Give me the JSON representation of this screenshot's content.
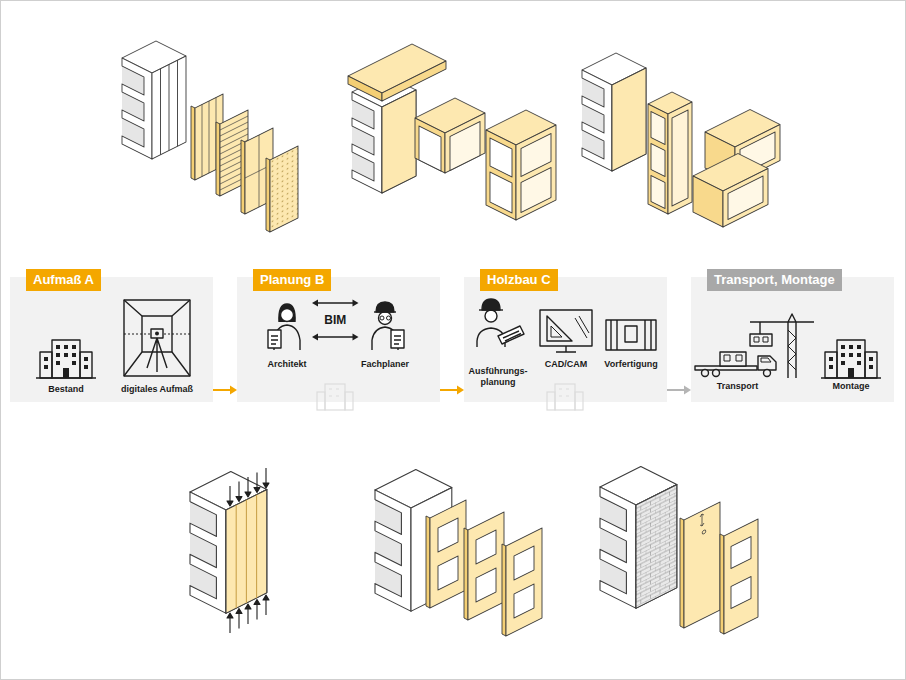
{
  "diagram": {
    "nodes": [
      {
        "text": [
          "Aufmaß A"
        ]
      },
      {
        "text": [
          "Bestand"
        ],
        "in": 0
      },
      {
        "text": [
          "digitales Aufmaß"
        ],
        "in": 0
      },
      {
        "text": [
          "Planung B"
        ]
      },
      {
        "text": [
          "Architekt"
        ],
        "in": 3
      },
      {
        "text": [
          "Fachplaner"
        ],
        "in": 3
      },
      {
        "text": [
          "Holzbau C"
        ]
      },
      {
        "text": [
          "Ausführungs- planung"
        ],
        "in": 6
      },
      {
        "text": [
          "CAD/CAM"
        ],
        "in": 6
      },
      {
        "text": [
          "Vorfertigung"
        ],
        "in": 6
      },
      {
        "text": [
          "Transport, Montage"
        ]
      },
      {
        "text": [
          "Transport"
        ],
        "in": 10
      },
      {
        "text": [
          "Montage"
        ],
        "in": 10
      }
    ],
    "edges": [
      {
        "from": 0,
        "to": 3,
        "arrow": "to"
      },
      {
        "from": 3,
        "to": 6,
        "arrow": "to"
      },
      {
        "from": 6,
        "to": 10,
        "arrow": "to"
      },
      {
        "from": 4,
        "to": 5,
        "arrow": "both",
        "label": "BIM"
      },
      {
        "from": 4,
        "to": 5,
        "arrow": "both"
      }
    ]
  }
}
